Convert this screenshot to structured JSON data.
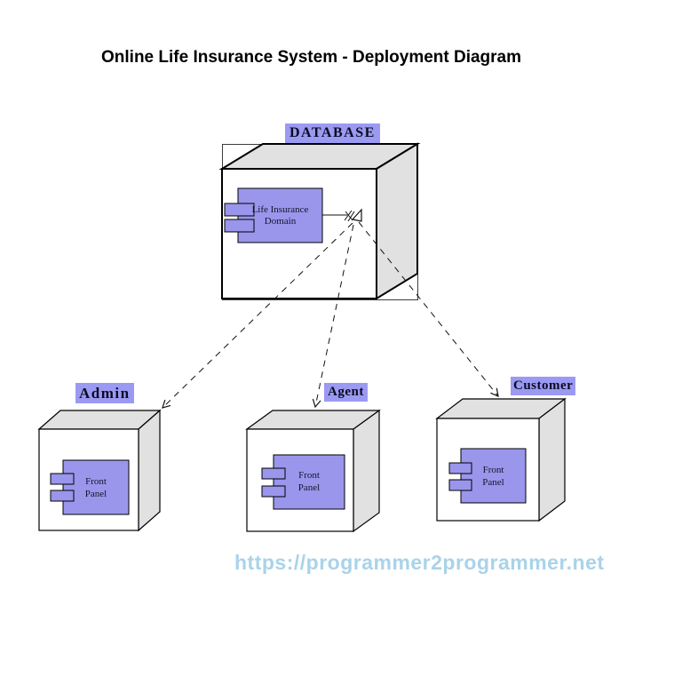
{
  "title": "Online Life Insurance System - Deployment Diagram",
  "watermark": "https://programmer2programmer.net",
  "colors": {
    "component_fill": "#9A96EC",
    "label_highlight": "#9B9AF2",
    "face_gray": "#E1E1E1",
    "watermark_blue": "#A9D3E9",
    "label_text": "#0B0B23",
    "line_color": "#111111"
  },
  "nodes": {
    "database": {
      "label": "DATABASE",
      "component": {
        "line1": "Life Insurance",
        "line2": "Domain"
      }
    },
    "admin": {
      "label": "Admin",
      "component": {
        "line1": "Front",
        "line2": "Panel"
      }
    },
    "agent": {
      "label": "Agent",
      "component": {
        "line1": "Front",
        "line2": "Panel"
      }
    },
    "customer": {
      "label": "Customer",
      "component": {
        "line1": "Front",
        "line2": "Panel"
      }
    }
  },
  "connections": [
    {
      "from": "DATABASE",
      "to": "Admin",
      "type": "dashed-dependency-arrow"
    },
    {
      "from": "DATABASE",
      "to": "Agent",
      "type": "dashed-dependency-arrow"
    },
    {
      "from": "DATABASE",
      "to": "Customer",
      "type": "dashed-dependency-arrow"
    }
  ]
}
